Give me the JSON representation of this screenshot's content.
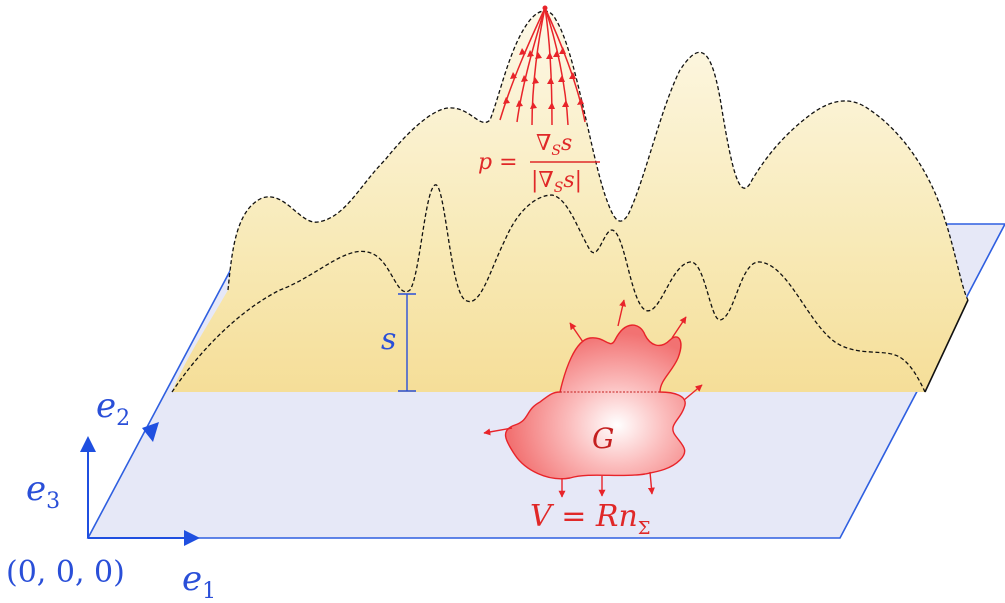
{
  "labels": {
    "e1": "e",
    "e1_sub": "1",
    "e2": "e",
    "e2_sub": "2",
    "e3": "e",
    "e3_sub": "3",
    "origin": "(0, 0, 0)",
    "s": "s",
    "G": "G",
    "V_lhs": "V = Rn",
    "V_sub": "Σ",
    "p_lhs": "p =",
    "p_num": "∇",
    "p_num_sub": "S",
    "p_num_var": "s",
    "p_den": "|∇",
    "p_den_sub": "S",
    "p_den_var": "s|"
  },
  "colors": {
    "plane_fill": "#e6e8f7",
    "plane_edge": "#2f5fe0",
    "axis": "#1f4fe0",
    "surface_top": "#fbf3d6",
    "surface_bottom": "#f7e4a6",
    "curve": "#111111",
    "red": "#e8242a",
    "blob_light": "#fde4e4",
    "blob_dark": "#f27a7a",
    "label_blue": "#2a4fd8",
    "label_red": "#e02828"
  }
}
